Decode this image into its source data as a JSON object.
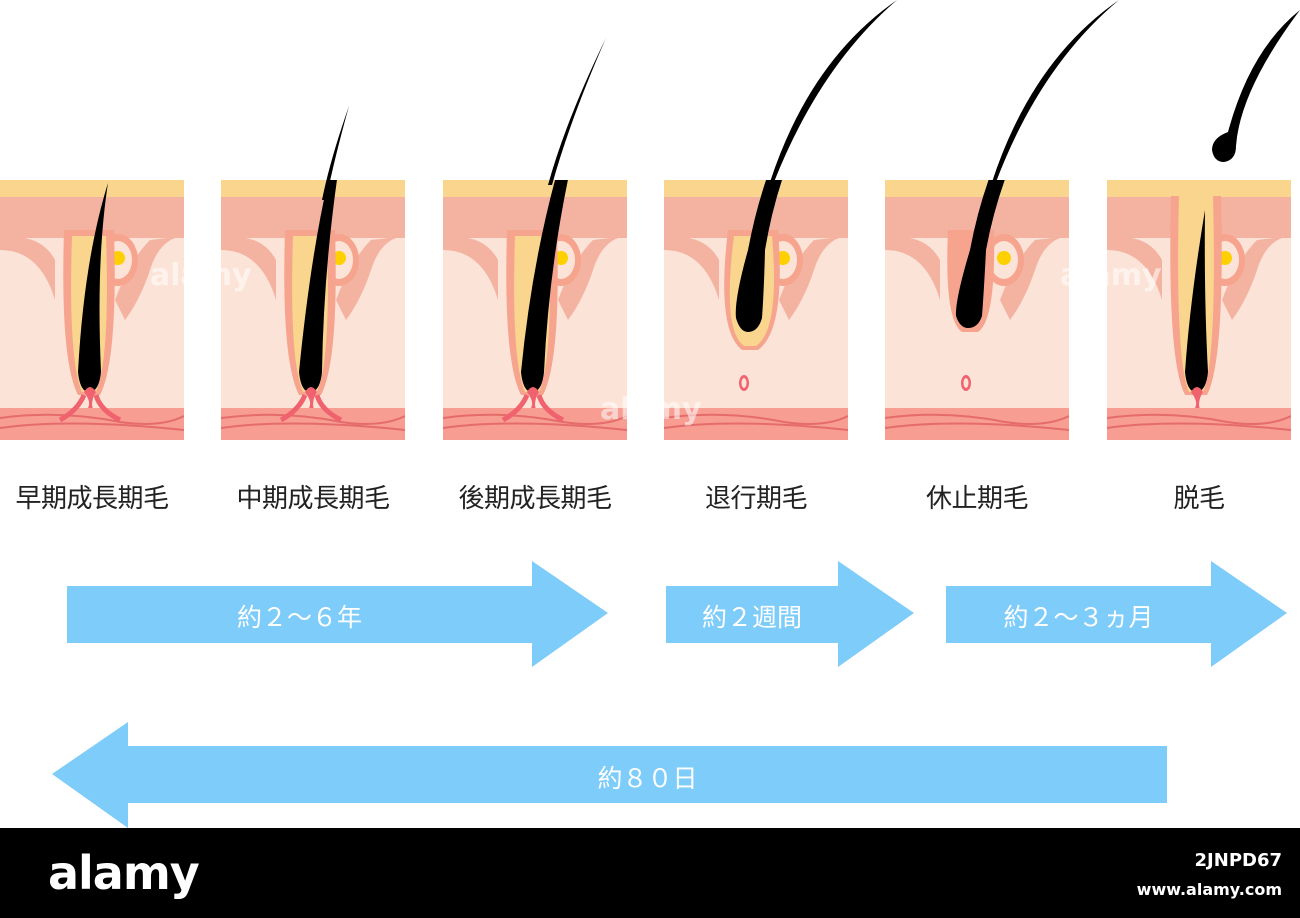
{
  "colors": {
    "epidermis": "#FAD58E",
    "dermis_upper": "#F4B2A0",
    "dermis": "#FCE3D8",
    "follicle": "#F6A48E",
    "hair": "#000000",
    "papilla": "#F0626E",
    "gland_yellow": "#FFD000",
    "fat_band": "#F79D92",
    "arrow": "#7ECCFA",
    "text": "#222222"
  },
  "stages": [
    {
      "label": "早期成長期毛"
    },
    {
      "label": "中期成長期毛"
    },
    {
      "label": "後期成長期毛"
    },
    {
      "label": "退行期毛"
    },
    {
      "label": "休止期毛"
    },
    {
      "label": "脱毛"
    }
  ],
  "arrows": {
    "anagen": {
      "label": "約２〜６年",
      "direction": "right"
    },
    "catagen": {
      "label": "約２週間",
      "direction": "right"
    },
    "telogen": {
      "label": "約２〜３ヵ月",
      "direction": "right"
    },
    "cycle": {
      "label": "約８０日",
      "direction": "left"
    }
  },
  "watermark": "alamy",
  "footer": {
    "logo": "alamy",
    "image_id": "2JNPD67",
    "url": "www.alamy.com"
  }
}
